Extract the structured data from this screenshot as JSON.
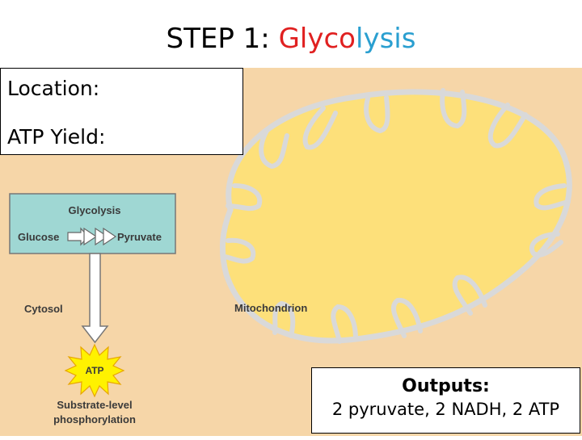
{
  "title": {
    "prefix": "STEP 1: ",
    "part_red": "Glyco",
    "part_blue": "lysis"
  },
  "question_box": {
    "location_label": "Location:",
    "atp_yield_label": "ATP Yield:"
  },
  "diagram": {
    "glycolysis_label": "Glycolysis",
    "glucose_label": "Glucose",
    "pyruvate_label": "Pyruvate",
    "cytosol_label": "Cytosol",
    "mitochondrion_label": "Mitochondrion",
    "atp_label": "ATP",
    "substrate_line1": "Substrate-level",
    "substrate_line2": "phosphorylation"
  },
  "outputs_box": {
    "heading": "Outputs:",
    "value": "2 pyruvate, 2 NADH, 2 ATP"
  },
  "colors": {
    "background": "#f6d6a8",
    "mitochondrion_fill": "#fde07a",
    "glycolysis_box": "#9fd7d3",
    "atp_star": "#fff200",
    "title_red": "#e02020",
    "title_blue": "#2a9fd0"
  }
}
